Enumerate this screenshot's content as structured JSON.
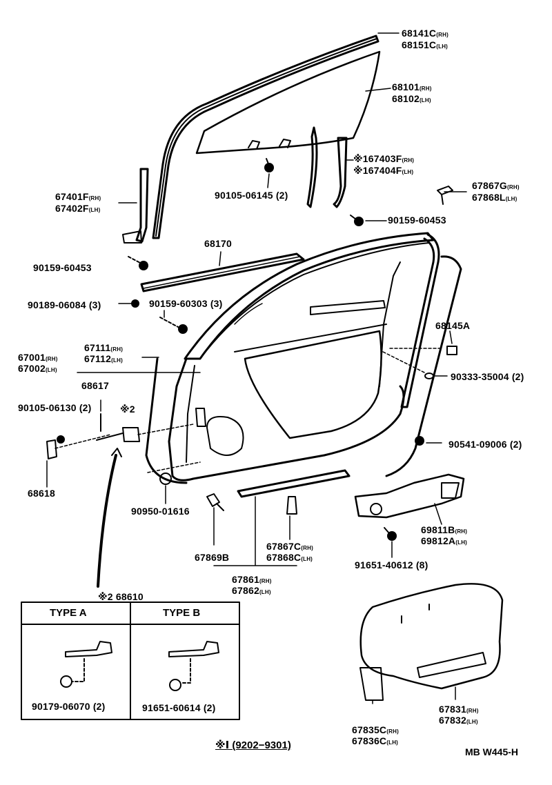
{
  "parts": {
    "p68141": {
      "num": "68141C",
      "sfx": "(RH)"
    },
    "p68151": {
      "num": "68151C",
      "sfx": "(LH)"
    },
    "p68101": {
      "num": "68101",
      "sfx": "(RH)"
    },
    "p68102": {
      "num": "68102",
      "sfx": "(LH)"
    },
    "p67403": {
      "num": "※167403F",
      "sfx": "(RH)"
    },
    "p67404": {
      "num": "※167404F",
      "sfx": "(LH)"
    },
    "p67867g": {
      "num": "67867G",
      "sfx": "(RH)"
    },
    "p67868l": {
      "num": "67868L",
      "sfx": "(LH)"
    },
    "p67401": {
      "num": "67401F",
      "sfx": "(RH)"
    },
    "p67402": {
      "num": "67402F",
      "sfx": "(LH)"
    },
    "p9010506145": {
      "num": "90105-06145 (2)"
    },
    "p9015960453a": {
      "num": "90159-60453"
    },
    "p9015960453b": {
      "num": "90159-60453"
    },
    "p68170": {
      "num": "68170"
    },
    "p9018906084": {
      "num": "90189-06084 (3)"
    },
    "p9015960303": {
      "num": "90159-60303 (3)"
    },
    "p68145a": {
      "num": "68145A"
    },
    "p67111": {
      "num": "67111",
      "sfx": "(RH)"
    },
    "p67112": {
      "num": "67112",
      "sfx": "(LH)"
    },
    "p67001": {
      "num": "67001",
      "sfx": "(RH)"
    },
    "p67002": {
      "num": "67002",
      "sfx": "(LH)"
    },
    "p9033335004": {
      "num": "90333-35004 (2)"
    },
    "p68617": {
      "num": "68617"
    },
    "p9010506130": {
      "num": "90105-06130 (2)"
    },
    "p2mark": {
      "num": "※2"
    },
    "p68618": {
      "num": "68618"
    },
    "p9054109006": {
      "num": "90541-09006 (2)"
    },
    "p9095001616": {
      "num": "90950-01616"
    },
    "p67869b": {
      "num": "67869B"
    },
    "p67867c": {
      "num": "67867C",
      "sfx": "(RH)"
    },
    "p67868c": {
      "num": "67868C",
      "sfx": "(LH)"
    },
    "p69811b": {
      "num": "69811B",
      "sfx": "(RH)"
    },
    "p69812a": {
      "num": "69812A",
      "sfx": "(LH)"
    },
    "p9165140612": {
      "num": "91651-40612 (8)"
    },
    "p67861": {
      "num": "67861",
      "sfx": "(RH)"
    },
    "p67862": {
      "num": "67862",
      "sfx": "(LH)"
    },
    "p68610": {
      "num": "※2 68610"
    },
    "p9017906070": {
      "num": "90179-06070 (2)"
    },
    "p9165160614": {
      "num": "91651-60614 (2)"
    },
    "p67831": {
      "num": "67831",
      "sfx": "(RH)"
    },
    "p67832": {
      "num": "67832",
      "sfx": "(LH)"
    },
    "p67835": {
      "num": "67835C",
      "sfx": "(RH)"
    },
    "p67836": {
      "num": "67836C",
      "sfx": "(LH)"
    }
  },
  "types": {
    "a": "TYPE A",
    "b": "TYPE B"
  },
  "footnote": "※Ⅰ (9202−9301)",
  "diagram_code": "MB W445-H"
}
